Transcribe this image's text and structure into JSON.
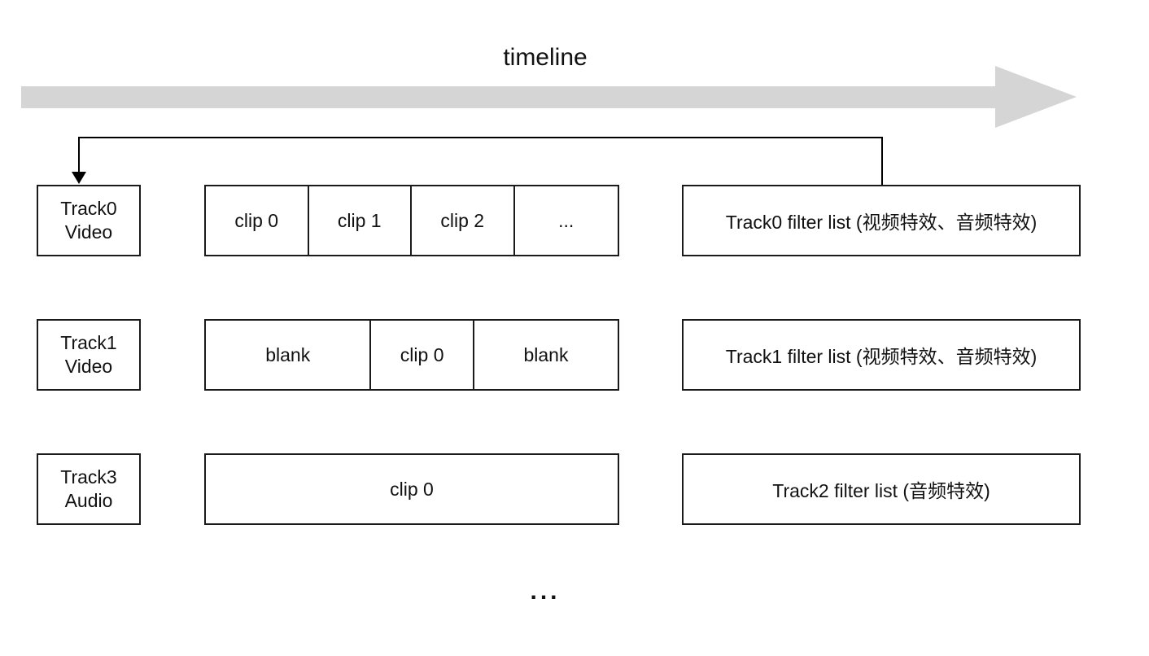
{
  "title": "timeline",
  "colors": {
    "timeline_arrow": "#d5d5d5",
    "line": "#000000",
    "box_border": "#1a1a1a",
    "background": "#ffffff",
    "text": "#111111"
  },
  "rows": [
    {
      "track_label": "Track0\nVideo",
      "clips": [
        {
          "label": "clip 0"
        },
        {
          "label": "clip 1"
        },
        {
          "label": "clip 2"
        },
        {
          "label": "..."
        }
      ],
      "filter_label": "Track0 filter list (视频特效、音频特效)"
    },
    {
      "track_label": "Track1\nVideo",
      "clips": [
        {
          "label": "blank"
        },
        {
          "label": "clip 0"
        },
        {
          "label": "blank"
        }
      ],
      "filter_label": "Track1 filter list (视频特效、音频特效)"
    },
    {
      "track_label": "Track3\nAudio",
      "clips": [
        {
          "label": "clip 0"
        }
      ],
      "filter_label": "Track2 filter list (音频特效)"
    }
  ],
  "ellipsis": "..."
}
